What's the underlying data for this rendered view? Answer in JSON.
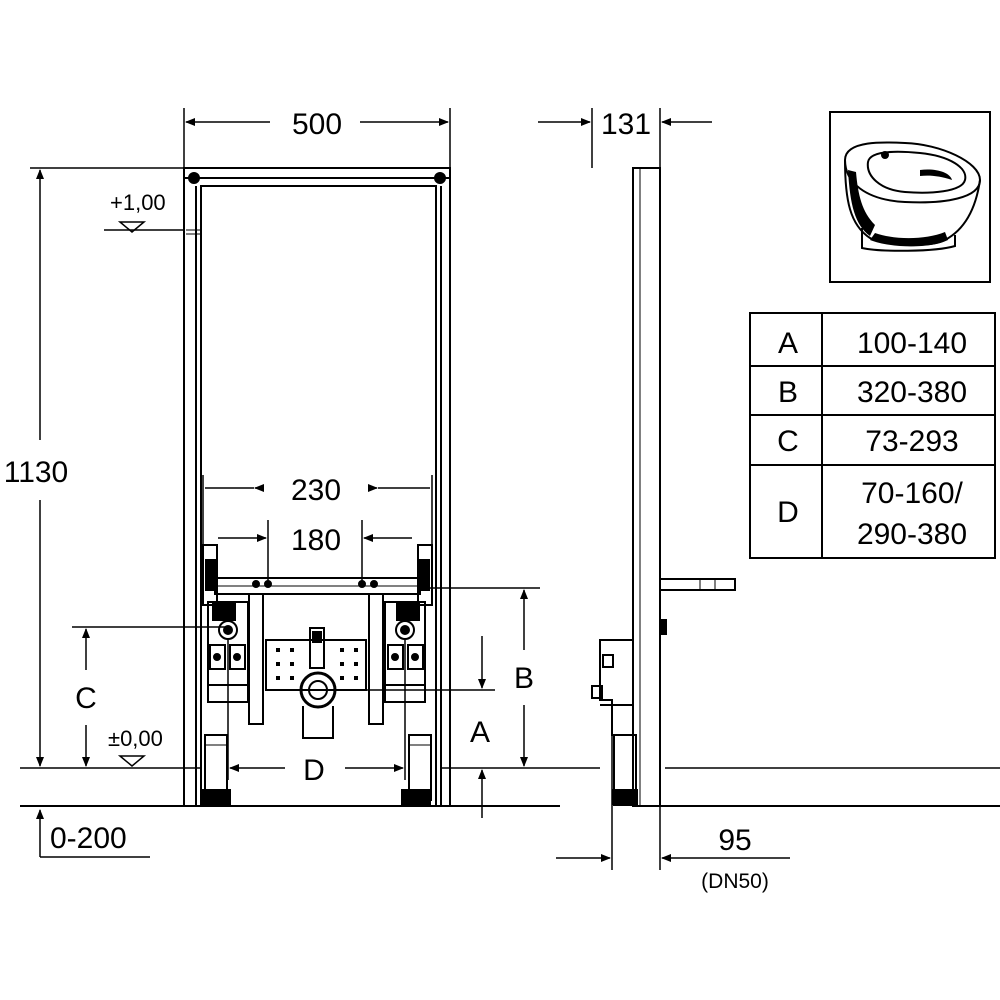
{
  "dimensions": {
    "width": "500",
    "depth": "131",
    "height": "1130",
    "spacing_outer": "230",
    "spacing_inner": "180",
    "floor_range": "0-200",
    "pipe": "95",
    "pipe_note": "(DN50)"
  },
  "levels": {
    "upper": "+1,00",
    "zero": "±0,00"
  },
  "callouts": {
    "a": "A",
    "b": "B",
    "c": "C",
    "d": "D"
  },
  "table": [
    {
      "label": "A",
      "value": "100-140"
    },
    {
      "label": "B",
      "value": "320-380"
    },
    {
      "label": "C",
      "value": "73-293"
    },
    {
      "label": "D",
      "value": "70-160/",
      "value2": "290-380"
    }
  ]
}
